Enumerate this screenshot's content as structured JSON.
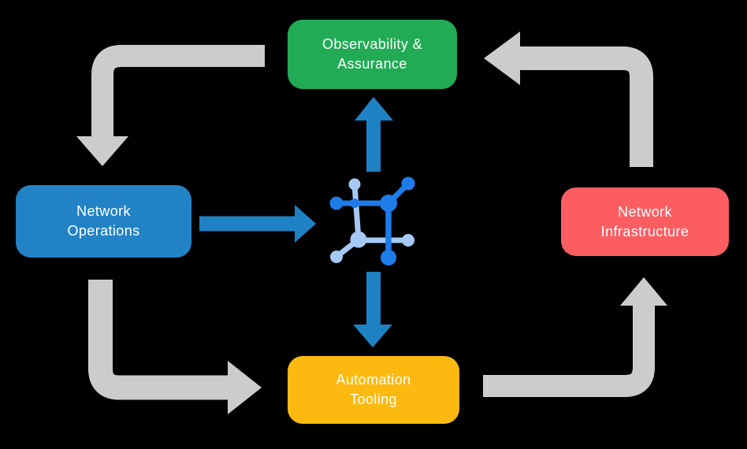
{
  "diagram": {
    "background": "#000000",
    "colors": {
      "arrow_gray": "#cccccc",
      "arrow_blue": "#1e81c4",
      "icon_blue_dark": "#1e7ce9",
      "icon_blue_light": "#a6c8f4",
      "node_text": "#ffffff"
    },
    "nodes": {
      "observability": {
        "line1": "Observability &",
        "line2": "Assurance",
        "color": "#22ab55"
      },
      "operations": {
        "line1": "Network",
        "line2": "Operations",
        "color": "#2183c5"
      },
      "infrastructure": {
        "line1": "Network",
        "line2": "Infrastructure",
        "color": "#fc5d61"
      },
      "automation": {
        "line1": "Automation",
        "line2": "Tooling",
        "color": "#fcba10"
      }
    },
    "center_icon": "network-mesh-icon",
    "flow": [
      "Observability & Assurance -> Network Operations",
      "Network Operations -> Automation Tooling",
      "Automation Tooling -> Network Infrastructure",
      "Network Infrastructure -> Observability & Assurance",
      "Network Operations -> center icon",
      "center icon -> Observability & Assurance",
      "center icon -> Automation Tooling"
    ]
  }
}
